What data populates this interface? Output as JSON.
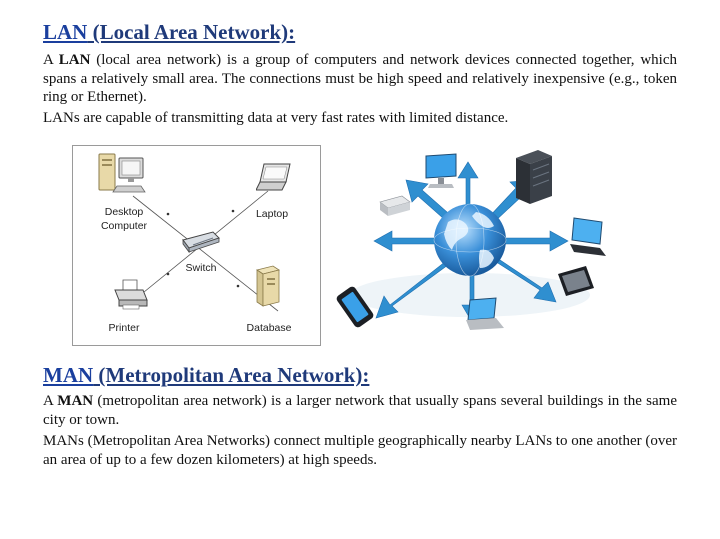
{
  "lan": {
    "heading_abbr": "LAN",
    "heading_rest": " (Local Area Network):",
    "p1_prefix": "A ",
    "p1_bold": "LAN",
    "p1_text": " (local area network) is a group of computers and network devices connected together, which spans a relatively small area. The connections must be high speed and relatively inexpensive (e.g., token ring or Ethernet).",
    "p2": "LANs are capable of transmitting data at very fast rates with limited distance."
  },
  "diagram": {
    "desktop_label_1": "Desktop",
    "desktop_label_2": "Computer",
    "laptop_label": "Laptop",
    "switch_label": "Switch",
    "printer_label": "Printer",
    "database_label": "Database"
  },
  "man": {
    "heading_abbr": "MAN",
    "heading_rest": " (Metropolitan Area Network):",
    "p1_prefix": "A ",
    "p1_bold": "MAN",
    "p1_text": " (metropolitan area network) is a larger network that usually spans several buildings in the same city or town.",
    "p2": "MANs (Metropolitan Area Networks) connect multiple geographically nearby LANs to one another (over an area of up to a few dozen kilometers) at high speeds."
  },
  "colors": {
    "heading": "#1f3a7a",
    "heading_abbr": "#1a3f9e",
    "arrow": "#2f8fd0",
    "globe": "#1f78c8"
  },
  "icons": [
    "desktop-computer-icon",
    "laptop-icon",
    "switch-icon",
    "printer-icon",
    "database-server-icon",
    "globe-icon",
    "server-rack-icon",
    "router-icon",
    "smartphone-icon",
    "tablet-icon",
    "monitor-icon"
  ]
}
